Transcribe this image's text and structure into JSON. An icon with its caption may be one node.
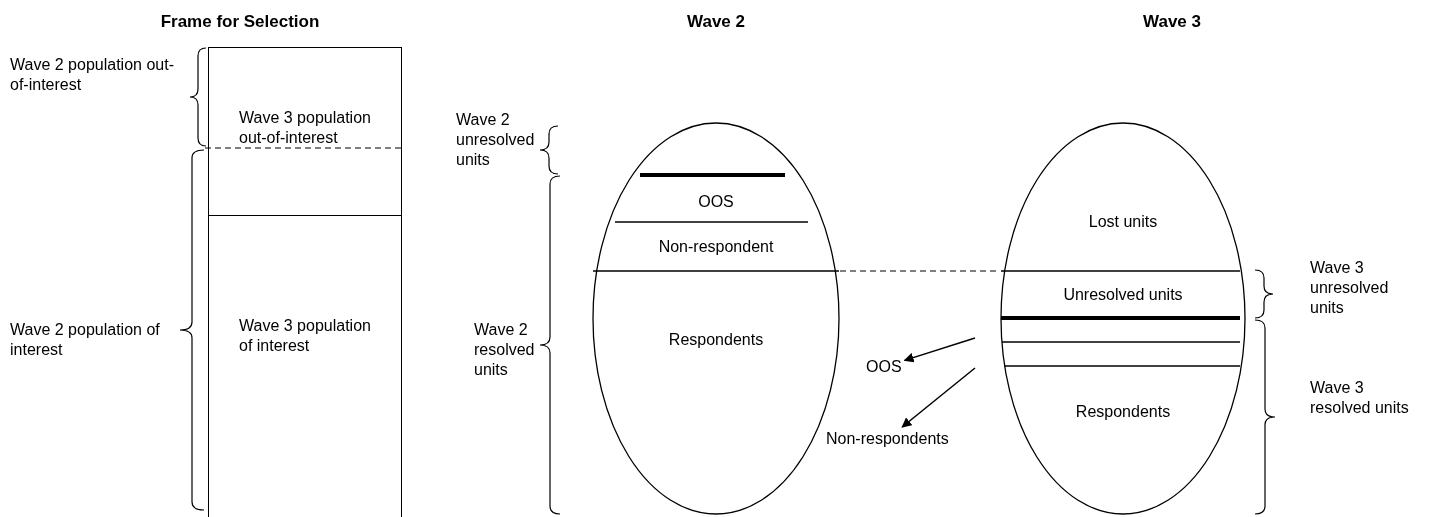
{
  "diagram": {
    "nodes": [
      {
        "text": [
          "Wave 3 population out-of-interest"
        ]
      },
      {
        "text": [
          "Wave 3 population of interest"
        ]
      },
      {
        "text": [
          "OOS",
          "Non-respondent",
          "Respondents"
        ]
      },
      {
        "text": [
          "Lost units",
          "Unresolved units",
          "Respondents"
        ]
      },
      {
        "text": [
          "OOS"
        ]
      },
      {
        "text": [
          "Non-respondents"
        ]
      }
    ],
    "edges": [
      {
        "from": null,
        "to": 4,
        "arrow": "to"
      },
      {
        "from": null,
        "to": 5,
        "arrow": "to"
      }
    ],
    "labels": [
      "Frame for Selection",
      "Wave 2",
      "Wave 3",
      "Wave 2 population out-of-interest",
      "Wave 2 unresolved units",
      "Wave 3 unresolved units",
      "Wave 2 population of interest",
      "Wave 2 resolved units",
      "Wave 3 resolved units"
    ]
  }
}
